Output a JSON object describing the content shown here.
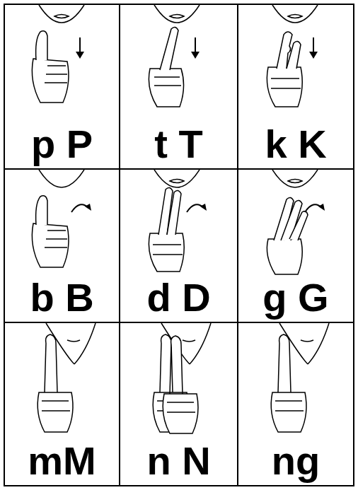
{
  "diagram": {
    "nodes": [
      {
        "text": [
          "p P"
        ]
      },
      {
        "text": [
          "t T"
        ]
      },
      {
        "text": [
          "k K"
        ]
      },
      {
        "text": [
          "b B"
        ]
      },
      {
        "text": [
          "d D"
        ]
      },
      {
        "text": [
          "g G"
        ]
      },
      {
        "text": [
          "mM"
        ]
      },
      {
        "text": [
          "n N"
        ]
      },
      {
        "text": [
          "ng"
        ]
      }
    ]
  }
}
